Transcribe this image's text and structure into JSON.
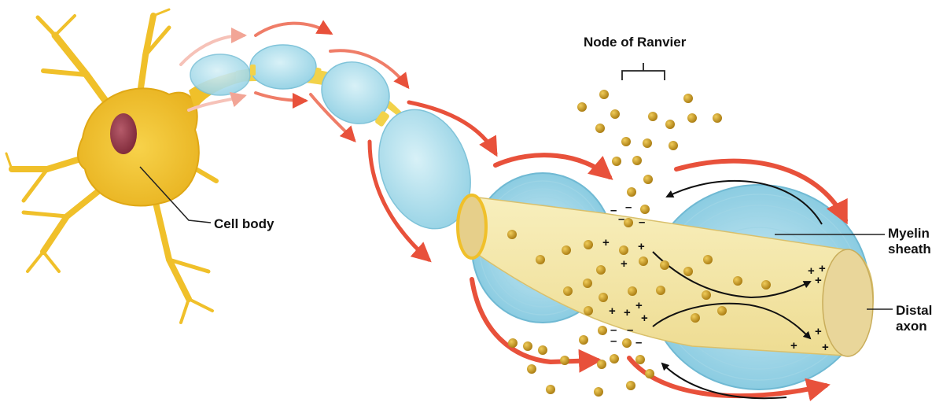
{
  "labels": {
    "node_of_ranvier": "Node of Ranvier",
    "cell_body": "Cell body",
    "myelin_line1": "Myelin",
    "myelin_line2": "sheath",
    "distal_line1": "Distal",
    "distal_line2": "axon"
  },
  "charges": {
    "plus": "+",
    "minus": "–"
  },
  "colors": {
    "neuron_yellow": "#f2c62a",
    "nucleus": "#9a3a4a",
    "myelin_blue": "#a9dceb",
    "axon_cream": "#f6eab0",
    "current_arrow_red": "#e8513b",
    "ion_gold": "#c99a1e",
    "label_text": "#111111"
  }
}
